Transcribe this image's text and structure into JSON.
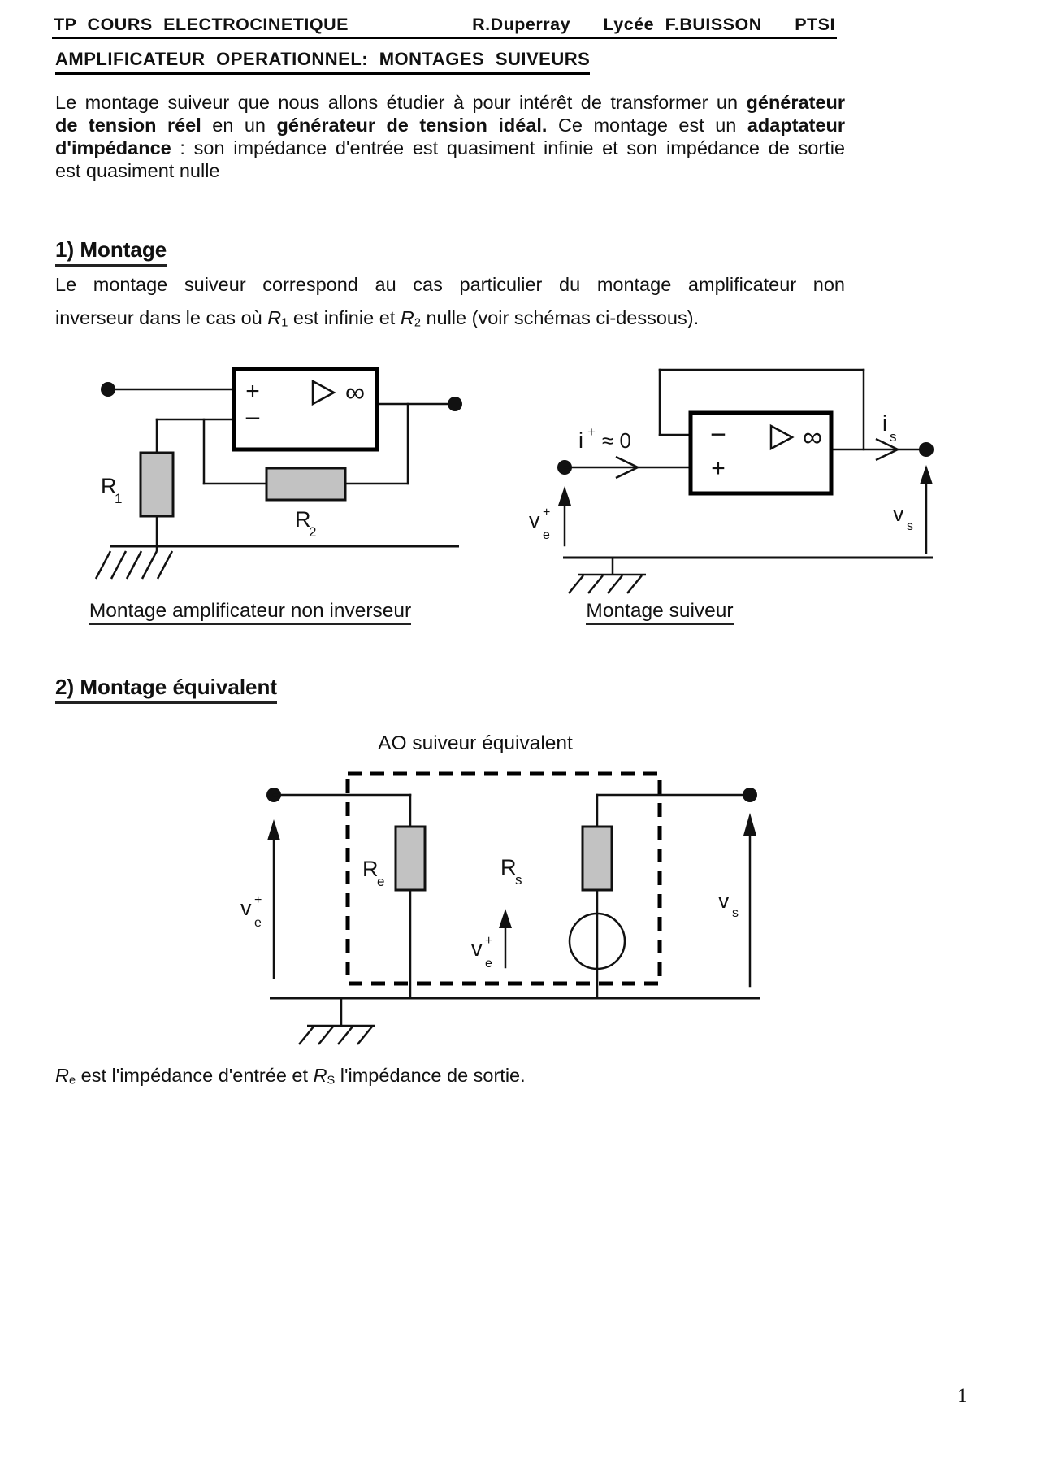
{
  "header": {
    "left": "TP COURS ELECTROCINETIQUE",
    "right": "R.Duperray   Lycée F.BUISSON   PTSI"
  },
  "title": "AMPLIFICATEUR OPERATIONNEL: MONTAGES SUIVEURS",
  "page_number": "1",
  "colors": {
    "ink": "#111111",
    "resistor_fill": "#c2c2c2",
    "paper": "#ffffff"
  },
  "intro": {
    "lines": [
      [
        {
          "t": "Le montage suiveur que nous allons étudier à pour intérêt de transformer un "
        },
        {
          "t": "générateur",
          "b": 1
        }
      ],
      [
        {
          "t": "de tension réel",
          "b": 1
        },
        {
          "t": " en un "
        },
        {
          "t": "générateur de tension idéal.",
          "b": 1
        },
        {
          "t": " Ce montage est un "
        },
        {
          "t": "adaptateur",
          "b": 1
        }
      ],
      [
        {
          "t": "d'impédance",
          "b": 1
        },
        {
          "t": " : son impédance d'entrée est quasiment infinie et son impédance de sortie"
        }
      ],
      [
        {
          "t": "est quasiment nulle"
        }
      ]
    ]
  },
  "section1": {
    "heading": "1) Montage",
    "lines": [
      [
        {
          "t": "Le montage suiveur correspond au cas particulier du montage amplificateur non"
        }
      ],
      [
        {
          "t": "inverseur dans le cas où "
        },
        {
          "t": "R",
          "i": 1
        },
        {
          "t": "1",
          "sub": 1
        },
        {
          "t": " est infinie et "
        },
        {
          "t": "R",
          "i": 1
        },
        {
          "t": "2",
          "sub": 1
        },
        {
          "t": " nulle (voir schémas ci-dessous)."
        }
      ]
    ]
  },
  "fig1": {
    "caption_left": "Montage amplificateur non inverseur",
    "caption_right": "Montage suiveur",
    "left": {
      "plus": "+",
      "minus": "−",
      "infinity": "∞",
      "r1_base": "R",
      "r1_sub": "1",
      "r2_base": "R",
      "r2_sub": "2"
    },
    "right": {
      "i_base": "i",
      "i_sup": "+",
      "i_rest": "≈ 0",
      "minus": "−",
      "plus": "+",
      "infinity": "∞",
      "is_base": "i",
      "is_sub": "s",
      "ve_base": "v",
      "ve_sup": "+",
      "ve_sub": "e",
      "vs_base": "v",
      "vs_sub": "s"
    }
  },
  "section2": {
    "heading": "2) Montage équivalent"
  },
  "fig2": {
    "title": "AO suiveur équivalent",
    "re_base": "R",
    "re_sub": "e",
    "rs_base": "R",
    "rs_sub": "s",
    "ve_outer_base": "v",
    "ve_outer_sup": "+",
    "ve_outer_sub": "e",
    "ve_inner_base": "v",
    "ve_inner_sup": "+",
    "ve_inner_sub": "e",
    "vs_base": "v",
    "vs_sub": "s"
  },
  "closing": [
    {
      "t": "R",
      "i": 1
    },
    {
      "t": "e",
      "sub": 1
    },
    {
      "t": " est l'impédance d'entrée et "
    },
    {
      "t": "R",
      "i": 1
    },
    {
      "t": "S",
      "sub": 1
    },
    {
      "t": " l'impédance de sortie."
    }
  ]
}
